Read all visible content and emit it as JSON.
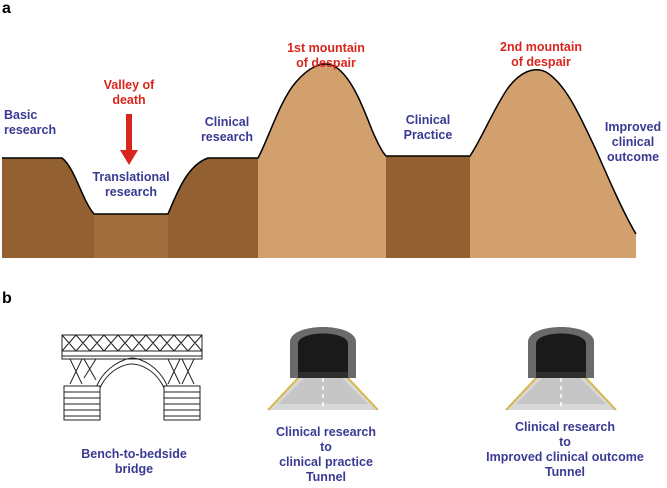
{
  "panel_a": {
    "letter": "a",
    "labels": {
      "basic_research": [
        "Basic",
        "research"
      ],
      "valley_of_death": [
        "Valley of",
        "death"
      ],
      "translational_research": [
        "Translational",
        "research"
      ],
      "clinical_research": [
        "Clinical",
        "research"
      ],
      "first_mountain": [
        "1st mountain",
        "of despair"
      ],
      "clinical_practice": [
        "Clinical",
        "Practice"
      ],
      "second_mountain": [
        "2nd mountain",
        "of despair"
      ],
      "improved_outcome": [
        "Improved",
        "clinical",
        "outcome"
      ]
    }
  },
  "panel_b": {
    "letter": "b",
    "labels": {
      "bridge": [
        "Bench-to-bedside",
        "bridge"
      ],
      "tunnel_1": [
        "Clinical research",
        "to",
        "clinical practice",
        "Tunnel"
      ],
      "tunnel_2": [
        "Clinical research",
        "to",
        "Improved clinical outcome",
        "Tunnel"
      ]
    }
  },
  "colors": {
    "label_blue": "#3a3a93",
    "label_red": "#d9261c",
    "ground_dark": "#936031",
    "ground_mid": "#a16d3d",
    "mountain": "#d1a06d",
    "arrow": "#d9261c"
  }
}
